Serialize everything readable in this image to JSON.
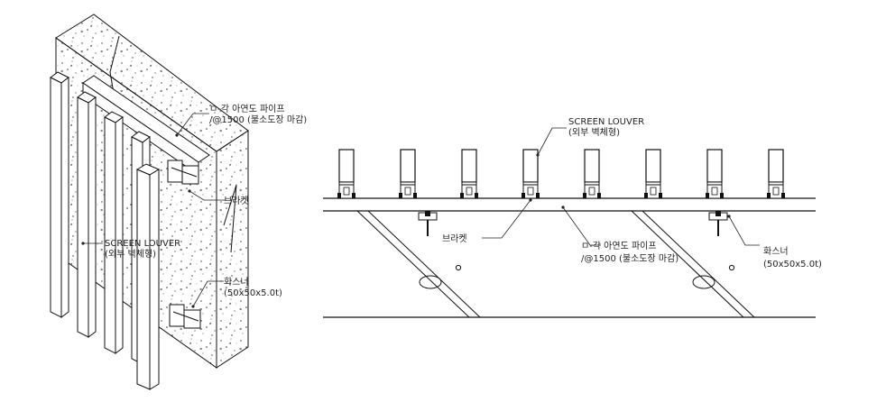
{
  "iso": {
    "louver": [
      "SCREEN LOUVER",
      "(외부 벽체형)"
    ],
    "pipe": [
      "ㅁ-각 아연도 파이프",
      "/@1500 (불소도장 마감)"
    ],
    "bracket": "브라켓",
    "washer": [
      "화스너",
      "(50x50x5.0t)"
    ]
  },
  "plan": {
    "louver": [
      "SCREEN LOUVER",
      "(외부 벽체형)"
    ],
    "bracket": "브라켓",
    "pipe": [
      "ㅁ-각 아연도 파이프",
      "/@1500 (불소도장 마감)"
    ],
    "washer": [
      "화스너",
      "(50x50x5.0t)"
    ]
  }
}
